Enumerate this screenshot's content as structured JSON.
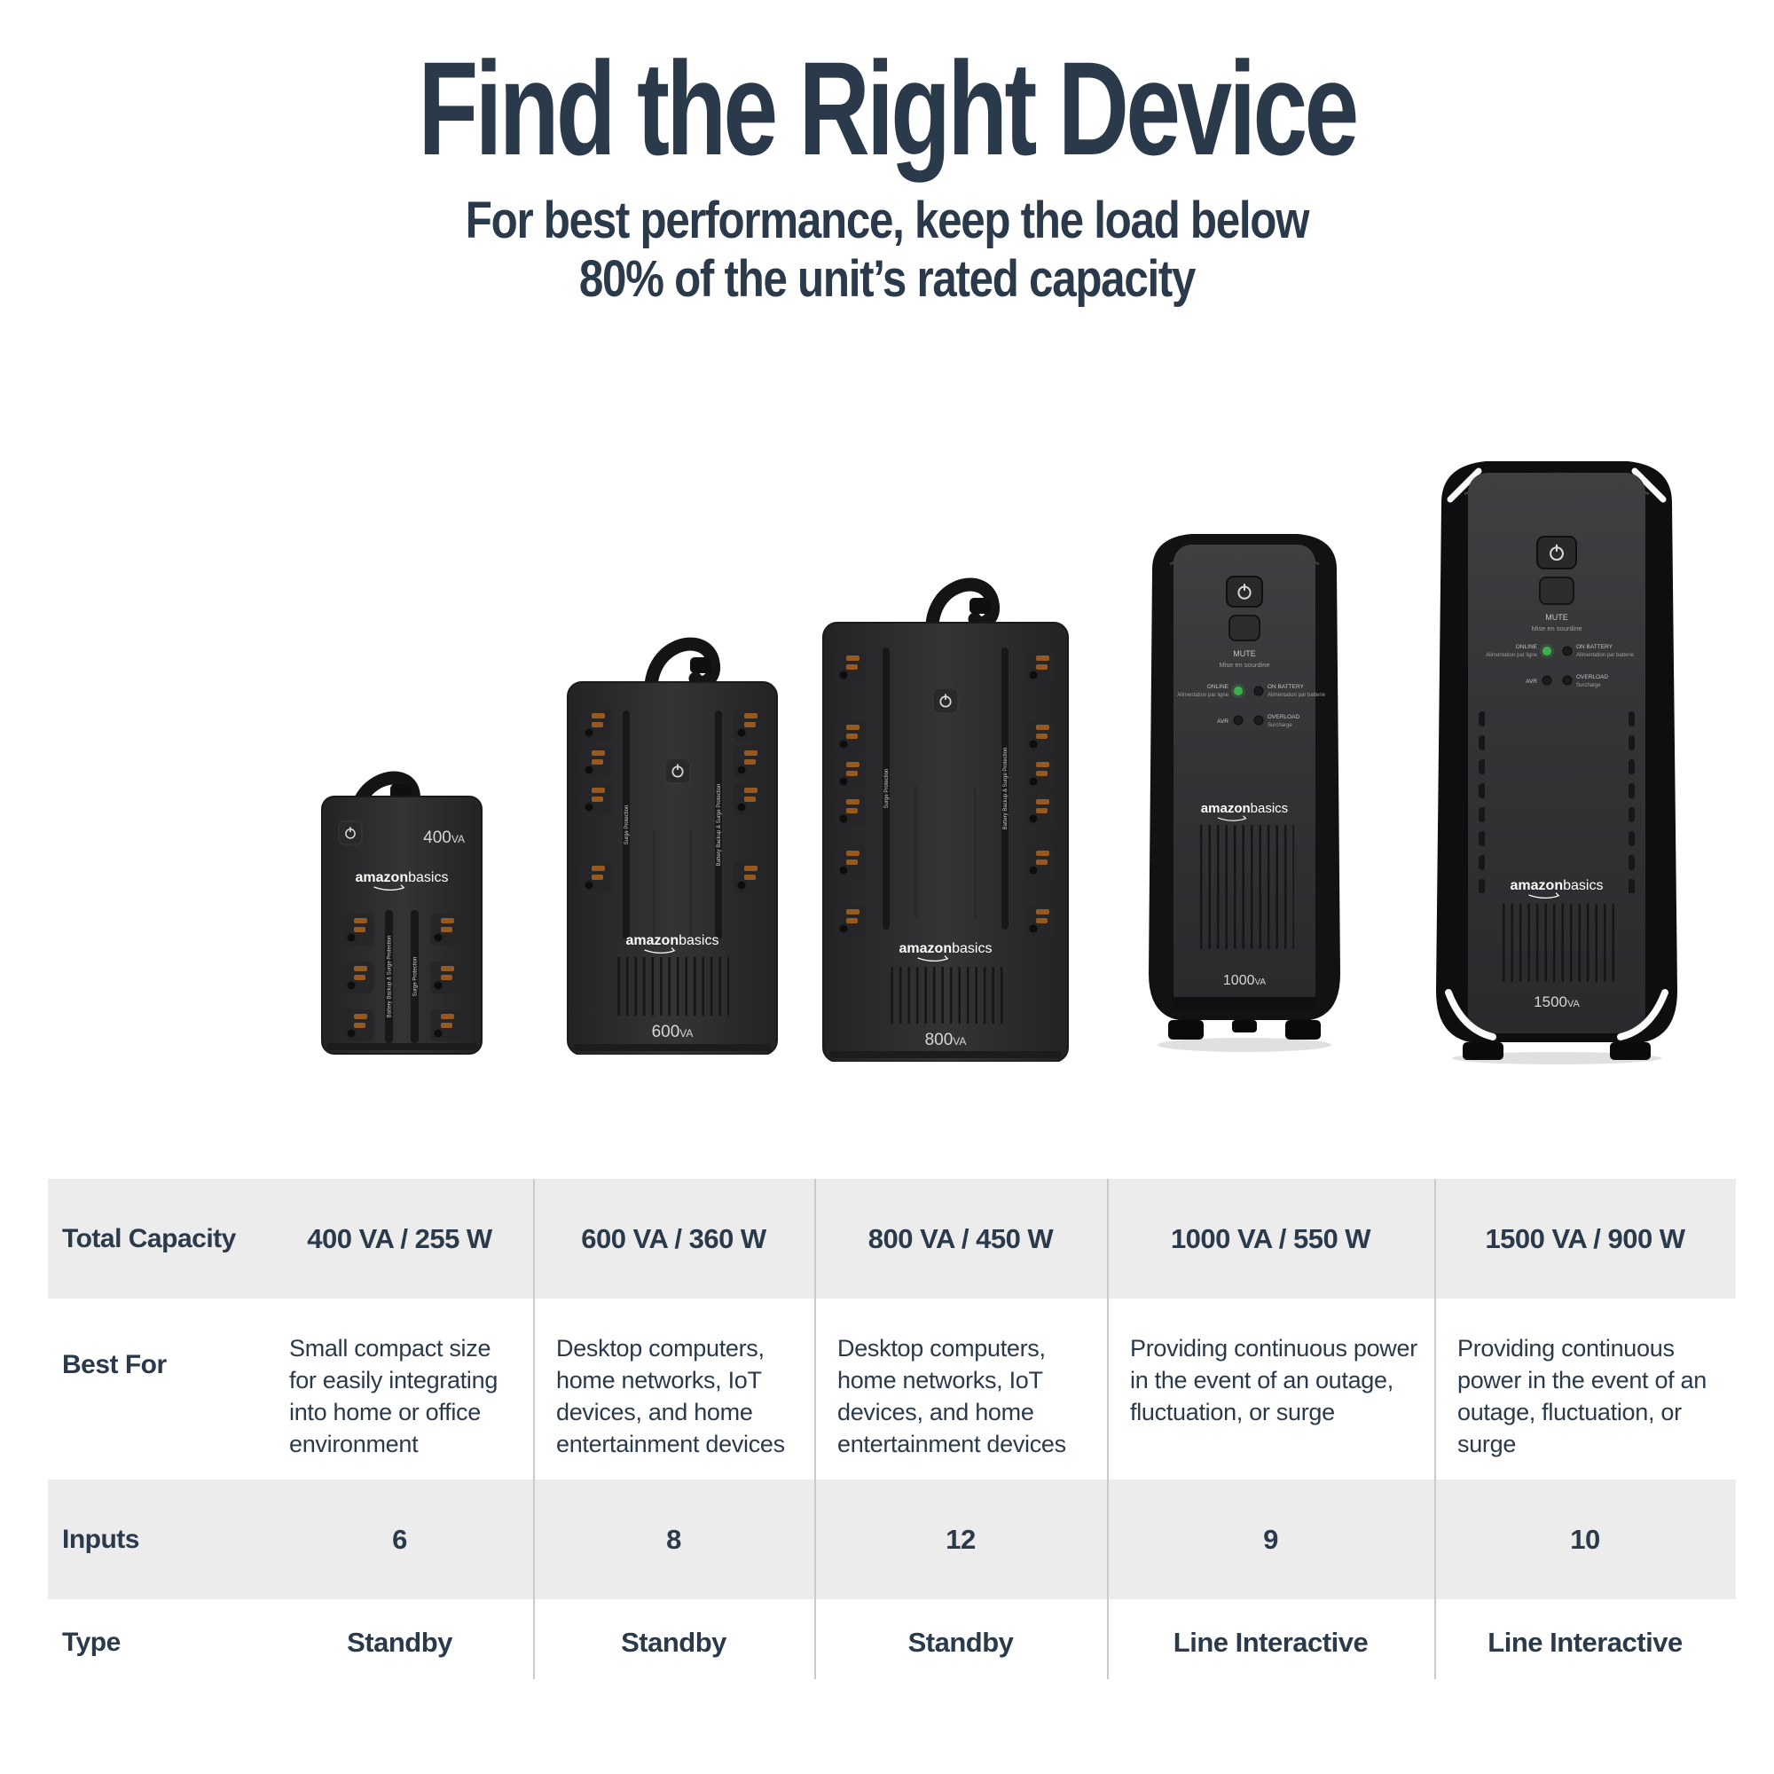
{
  "header": {
    "title": "Find the Right Device",
    "subtitle_line1": "For best performance, keep the load below",
    "subtitle_line2": "80% of the unit’s rated capacity"
  },
  "colors": {
    "heading_navy": "#2b3a4b",
    "table_band_gray": "#ececec",
    "divider_gray": "#cbcbcb",
    "led_green": "#3fae4c",
    "device_body": "#2e2e30"
  },
  "products": [
    {
      "model": "400",
      "unit": "VA",
      "brand_bold": "amazon",
      "brand_light": "basics",
      "strip_left": "Battery Backup & Surge Protection",
      "strip_right": "Surge Protection"
    },
    {
      "model": "600",
      "unit": "VA",
      "brand_bold": "amazon",
      "brand_light": "basics",
      "strip_left": "Surge Protection",
      "strip_right": "Battery Backup & Surge Protection"
    },
    {
      "model": "800",
      "unit": "VA",
      "brand_bold": "amazon",
      "brand_light": "basics",
      "strip_left": "Surge Protection",
      "strip_right": "Battery Backup & Surge Protection"
    },
    {
      "model": "1000",
      "unit": "VA",
      "brand_bold": "amazon",
      "brand_light": "basics",
      "mute": "MUTE",
      "mute_sub": "Mise en sourdine",
      "led1": "ONLINE",
      "led1_sub": "Alimentation par ligne",
      "led2": "ON BATTERY",
      "led2_sub": "Alimentation par batterie",
      "led3": "AVR",
      "led4": "OVERLOAD",
      "led4_sub": "Surcharge"
    },
    {
      "model": "1500",
      "unit": "VA",
      "brand_bold": "amazon",
      "brand_light": "basics",
      "mute": "MUTE",
      "mute_sub": "Mise en sourdine",
      "led1": "ONLINE",
      "led1_sub": "Alimentation par ligne",
      "led2": "ON BATTERY",
      "led2_sub": "Alimentation par batterie",
      "led3": "AVR",
      "led4": "OVERLOAD",
      "led4_sub": "Surcharge"
    }
  ],
  "table": {
    "row_labels": [
      "Total Capacity",
      "Best For",
      "Inputs",
      "Type"
    ],
    "columns": [
      {
        "capacity": "400 VA / 255 W",
        "best_for": "Small compact size for easily integrating into home or office environment",
        "inputs": "6",
        "type": "Standby"
      },
      {
        "capacity": "600 VA / 360 W",
        "best_for": "Desktop computers, home networks, IoT devices, and home entertainment devices",
        "inputs": "8",
        "type": "Standby"
      },
      {
        "capacity": "800 VA / 450 W",
        "best_for": "Desktop computers, home networks, IoT devices, and home entertainment devices",
        "inputs": "12",
        "type": "Standby"
      },
      {
        "capacity": "1000 VA / 550 W",
        "best_for": "Providing continuous power in the event of an outage, fluctuation, or surge",
        "inputs": "9",
        "type": "Line Interactive"
      },
      {
        "capacity": "1500 VA / 900 W",
        "best_for": "Providing continuous power in the event of an outage, fluctuation, or surge",
        "inputs": "10",
        "type": "Line Interactive"
      }
    ]
  }
}
